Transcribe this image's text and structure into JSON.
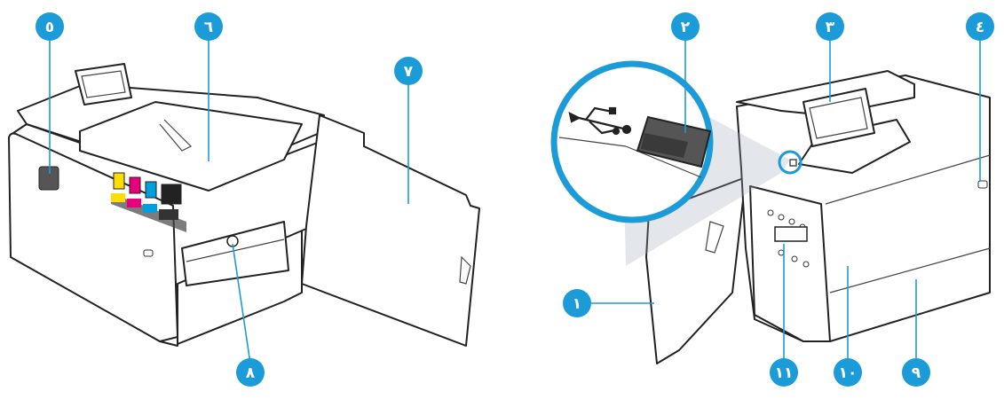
{
  "colors": {
    "accent": "#1b9bd7",
    "ink": "#222222"
  },
  "callouts": {
    "c1": "١",
    "c2": "٢",
    "c3": "٣",
    "c4": "٤",
    "c5": "٥",
    "c6": "٦",
    "c7": "٧",
    "c8": "٨",
    "c9": "٩",
    "c10": "١٠",
    "c11": "١١"
  }
}
